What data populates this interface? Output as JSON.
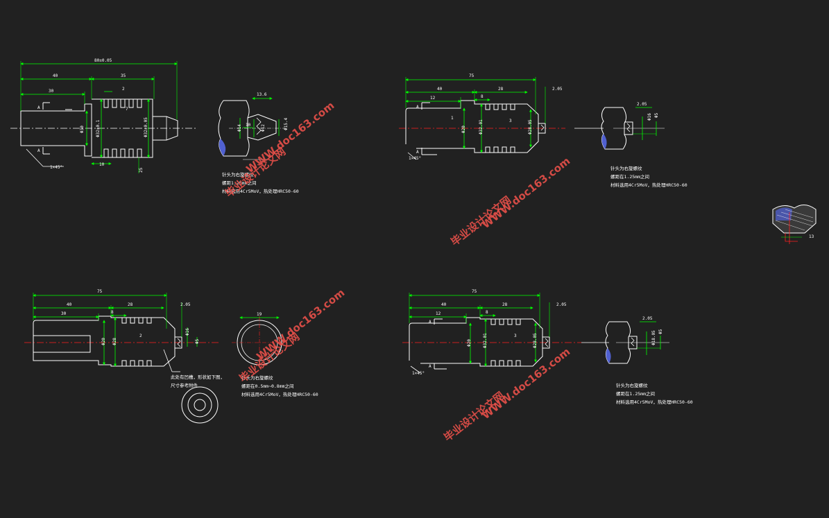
{
  "colors": {
    "background": "#212121",
    "outline": "#ffffff",
    "dimension": "#00ff00",
    "centerline": "#ff2020",
    "hatch": "#5060d0",
    "watermark": "#e8504a"
  },
  "drawing1": {
    "dims": {
      "overall": "80±0.05",
      "d40": "40",
      "d35": "35",
      "d30": "30",
      "d2": "2",
      "d7": "7",
      "d10": "10",
      "d25": "25",
      "dia_a": "Φ30",
      "dia_b": "Φ32±0.1",
      "dia_c": "Φ32±0.05",
      "chamfer": "1×45°",
      "section": "A"
    },
    "detail": {
      "dims": {
        "d1": "13.6",
        "d2": "Φ14",
        "d3": "Φ12",
        "d4": "10",
        "d5": "Φ15.4"
      },
      "notes": [
        "针头为右旋螺纹",
        "螺距1.25mm之间",
        "材料选用4Cr5MoV，热处理HRC50-60"
      ]
    }
  },
  "drawing2": {
    "dims": {
      "overall": "75",
      "d40": "40",
      "d28": "28",
      "d12": "12",
      "d8": "8",
      "d1": "1",
      "d3": "3",
      "d205": "2.05",
      "dia_a": "Φ20",
      "dia_b": "Φ32.01",
      "dia_c": "Φ28.05",
      "chamfer": "1×45°",
      "section": "A"
    },
    "detail": {
      "dims": {
        "d1": "2.05",
        "d2": "Φ16",
        "d3": "Φ5"
      },
      "notes": [
        "针头为右旋螺纹",
        "螺距在1.25mm之间",
        "材料选用4Cr5MoV，热处理HRC50-60"
      ]
    }
  },
  "drawing3": {
    "dims": {
      "overall": "75",
      "d40": "40",
      "d28": "28",
      "d30": "30",
      "d8": "8",
      "d2": "2",
      "d205": "2.05",
      "dia_a": "Φ20",
      "dia_b": "Φ28",
      "dia_c": "Φ16",
      "dia_d": "Φ5"
    },
    "callout": [
      "此处有凹槽，形状如下图，",
      "尺寸参考附件"
    ],
    "circle_dim": "19",
    "notes": [
      "针头为右旋螺纹",
      "螺距在0.5mm~0.8mm之间",
      "材料选用4Cr5MoV，热处理HRC50-60"
    ]
  },
  "drawing4": {
    "dims": {
      "overall": "75",
      "d40": "40",
      "d28": "28",
      "d12": "12",
      "d8": "8",
      "d3": "3",
      "d205": "2.05",
      "dia_a": "Φ20",
      "dia_b": "Φ32.01",
      "dia_c": "Φ28.05",
      "chamfer": "1×45°",
      "section": "A"
    },
    "detail": {
      "dims": {
        "d1": "2.05",
        "d2": "Φ18.05",
        "d3": "Φ5"
      },
      "notes": [
        "针头为右旋螺纹",
        "螺距在1.25mm之间",
        "材料选用4Cr5MoV，热处理HRC50-60"
      ]
    }
  },
  "side_detail": {
    "dim": "13"
  },
  "watermarks": [
    {
      "text": "WWW.doc163.com",
      "angle": -38
    },
    {
      "text": "毕业设计论文网",
      "angle": -38
    }
  ]
}
